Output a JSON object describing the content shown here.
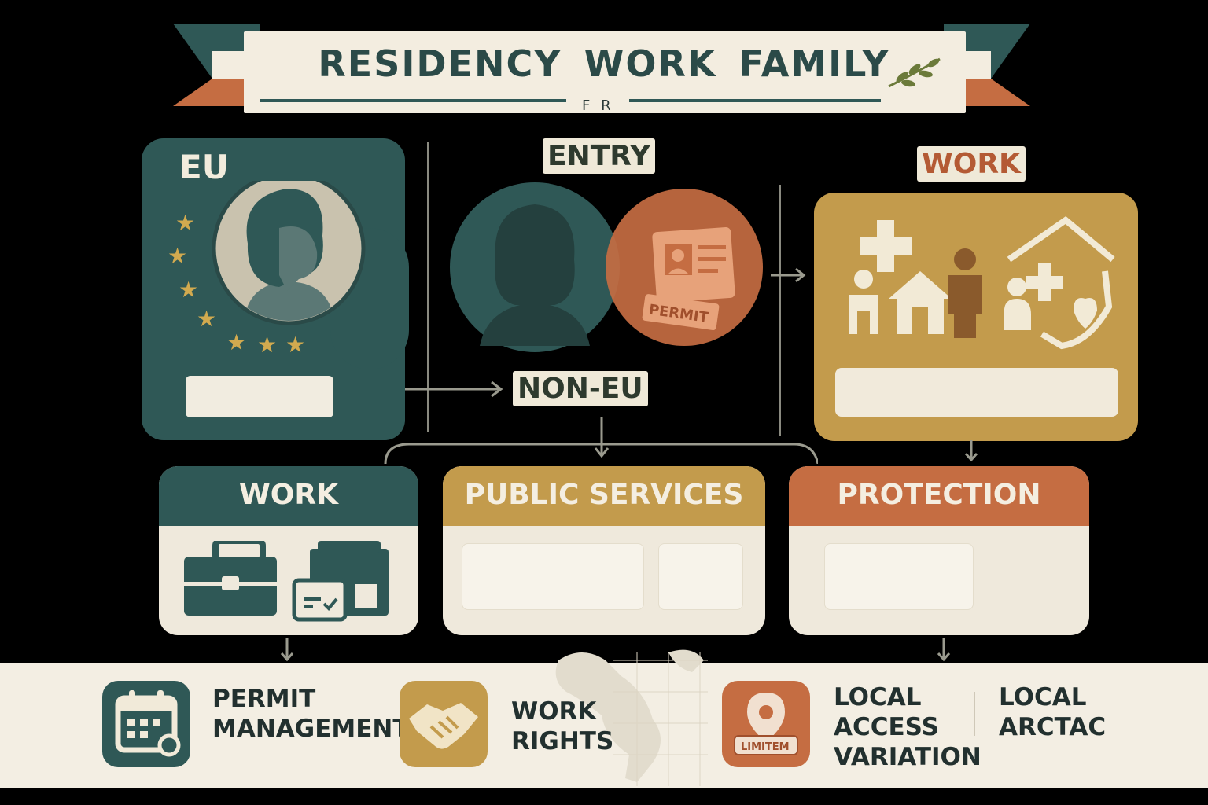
{
  "banner": {
    "title": "RESIDENCY WORK FAMILY",
    "subtitle": "F R"
  },
  "labels": {
    "eu": "EU",
    "entry": "ENTRY",
    "non_eu": "NON-EU",
    "work_top": "WORK",
    "permit_stamp": "PERMIT"
  },
  "categories": [
    {
      "title": "WORK",
      "color": "#2f5856"
    },
    {
      "title": "PUBLIC SERVICES",
      "color": "#c39b4c"
    },
    {
      "title": "PROTECTION",
      "color": "#c56d42"
    }
  ],
  "bottom_items": [
    {
      "label_line1": "PERMIT",
      "label_line2": "MANAGEMENT",
      "icon": "calendar-icon",
      "color": "#2f5856"
    },
    {
      "label_line1": "WORK",
      "label_line2": "RIGHTS",
      "icon": "handshake-icon",
      "color": "#c39b4c"
    },
    {
      "label_line1": "LOCAL",
      "label_line2": "ACCESS",
      "label_line3": "VARIATION",
      "icon": "location-pin-icon",
      "color": "#c56d42",
      "badge": "LIMITEM"
    },
    {
      "label_line1": "LOCAL",
      "label_line2": "ARCTAC"
    }
  ],
  "colors": {
    "teal": "#2f5856",
    "gold": "#c39b4c",
    "orange": "#c56d42",
    "cream": "#f3ede0",
    "background": "#000000"
  }
}
